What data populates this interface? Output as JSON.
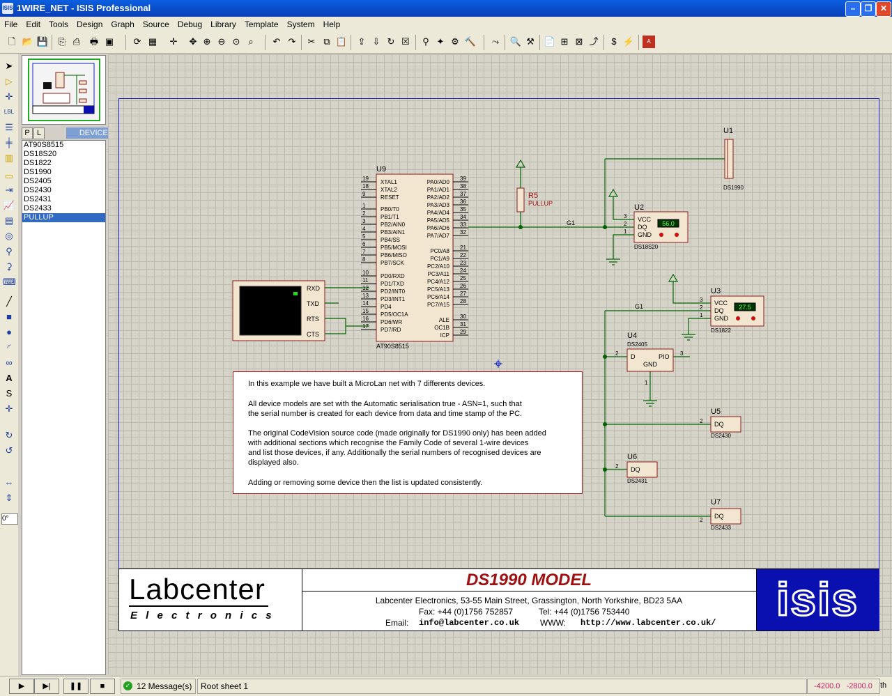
{
  "window": {
    "title": "1WIRE_NET - ISIS Professional",
    "app_icon": "ISIS"
  },
  "menu": [
    "File",
    "Edit",
    "Tools",
    "Design",
    "Graph",
    "Source",
    "Debug",
    "Library",
    "Template",
    "System",
    "Help"
  ],
  "panel": {
    "tab_p": "P",
    "tab_l": "L",
    "header": "DEVICES",
    "devices": [
      "AT90S8515",
      "DS18S20",
      "DS1822",
      "DS1990",
      "DS2405",
      "DS2430",
      "DS2431",
      "DS2433",
      "PULLUP"
    ],
    "selected": "PULLUP"
  },
  "rotation": "0°",
  "status": {
    "messages": "12 Message(s)",
    "sheet": "Root sheet 1",
    "coord_x": "-4200.0",
    "coord_y": "-2800.0",
    "units": "th"
  },
  "schematic": {
    "u9": {
      "ref": "U9",
      "part": "AT90S8515",
      "left_pins": [
        {
          "num": "19",
          "name": "XTAL1"
        },
        {
          "num": "18",
          "name": "XTAL2"
        },
        {
          "num": "9",
          "name": "RESET"
        },
        {
          "num": "1",
          "name": "PB0/T0"
        },
        {
          "num": "2",
          "name": "PB1/T1"
        },
        {
          "num": "3",
          "name": "PB2/AIN0"
        },
        {
          "num": "4",
          "name": "PB3/AIN1"
        },
        {
          "num": "5",
          "name": "PB4/SS"
        },
        {
          "num": "6",
          "name": "PB5/MOSI"
        },
        {
          "num": "7",
          "name": "PB6/MISO"
        },
        {
          "num": "8",
          "name": "PB7/SCK"
        },
        {
          "num": "10",
          "name": "PD0/RXD"
        },
        {
          "num": "11",
          "name": "PD1/TXD"
        },
        {
          "num": "12",
          "name": "PD2/INT0"
        },
        {
          "num": "13",
          "name": "PD3/INT1"
        },
        {
          "num": "14",
          "name": "PD4"
        },
        {
          "num": "15",
          "name": "PD5/OC1A"
        },
        {
          "num": "16",
          "name": "PD6/WR"
        },
        {
          "num": "17",
          "name": "PD7/RD"
        }
      ],
      "right_pins": [
        {
          "num": "39",
          "name": "PA0/AD0"
        },
        {
          "num": "38",
          "name": "PA1/AD1"
        },
        {
          "num": "37",
          "name": "PA2/AD2"
        },
        {
          "num": "36",
          "name": "PA3/AD3"
        },
        {
          "num": "35",
          "name": "PA4/AD4"
        },
        {
          "num": "34",
          "name": "PA5/AD5"
        },
        {
          "num": "33",
          "name": "PA6/AD6"
        },
        {
          "num": "32",
          "name": "PA7/AD7"
        },
        {
          "num": "21",
          "name": "PC0/A8"
        },
        {
          "num": "22",
          "name": "PC1/A9"
        },
        {
          "num": "23",
          "name": "PC2/A10"
        },
        {
          "num": "24",
          "name": "PC3/A11"
        },
        {
          "num": "25",
          "name": "PC4/A12"
        },
        {
          "num": "26",
          "name": "PC5/A13"
        },
        {
          "num": "27",
          "name": "PC6/A14"
        },
        {
          "num": "28",
          "name": "PC7/A15"
        },
        {
          "num": "30",
          "name": "ALE"
        },
        {
          "num": "31",
          "name": "OC1B"
        },
        {
          "num": "29",
          "name": "ICP"
        }
      ]
    },
    "terminal": {
      "pins": [
        "RXD",
        "TXD",
        "RTS",
        "CTS"
      ]
    },
    "r5": {
      "ref": "R5",
      "value": "PULLUP"
    },
    "net_label": "G1",
    "u1": {
      "ref": "U1",
      "part": "DS1990"
    },
    "u2": {
      "ref": "U2",
      "part": "DS18S20",
      "reading": "56.0",
      "pins": [
        "VCC",
        "DQ",
        "GND"
      ],
      "pin_nums": [
        "3",
        "2",
        "1"
      ]
    },
    "u3": {
      "ref": "U3",
      "part": "DS1822",
      "reading": "27.5",
      "pins": [
        "VCC",
        "DQ",
        "GND"
      ],
      "pin_nums": [
        "3",
        "2",
        "1"
      ]
    },
    "u4": {
      "ref": "U4",
      "part": "DS2405",
      "pins": [
        "D",
        "PIO",
        "GND"
      ],
      "pin_nums": [
        "2",
        "3",
        "1"
      ]
    },
    "u5": {
      "ref": "U5",
      "part": "DS2430",
      "pin": "DQ",
      "pin_num": "2"
    },
    "u6": {
      "ref": "U6",
      "part": "DS2431",
      "pin": "DQ",
      "pin_num": "2"
    },
    "u7": {
      "ref": "U7",
      "part": "DS2433",
      "pin": "DQ",
      "pin_num": "2"
    }
  },
  "note": [
    "In this example we have built a MicroLan net with 7 differents devices.",
    "All device models are set with the Automatic serialisation true - ASN=1, such that",
    "the serial number is created for each device from data and time stamp of the PC.",
    "The original CodeVision source code (made originally for DS1990 only) has been added",
    "with additional sections which recognise the Family Code of several 1-wire devices",
    "and list those devices, if any. Additionally the serial numbers of recognised devices are",
    "displayed also.",
    "Adding or removing some device then the list is updated consistently."
  ],
  "title_block": {
    "logo_top": "Labcenter",
    "logo_bottom": "E l e c t r o n i c s",
    "title": "DS1990 MODEL",
    "address": "Labcenter Electronics,     53-55 Main Street,     Grassington,     North Yorkshire,     BD23 5AA",
    "fax": "Fax: +44 (0)1756 752857",
    "tel": "Tel:  +44 (0)1756 753440",
    "email_label": "Email:",
    "email": "info@labcenter.co.uk",
    "www_label": "WWW:",
    "www": "http://www.labcenter.co.uk/",
    "brand": "ISIS"
  },
  "colors": {
    "wire": "#006400",
    "part_fill": "#f2e6d0",
    "part_border": "#8b1a1a",
    "frame": "#1020c0",
    "brand": "#0a10b0",
    "title": "#a01010",
    "lcd_bg": "#003300",
    "lcd_text": "#60ff60"
  }
}
